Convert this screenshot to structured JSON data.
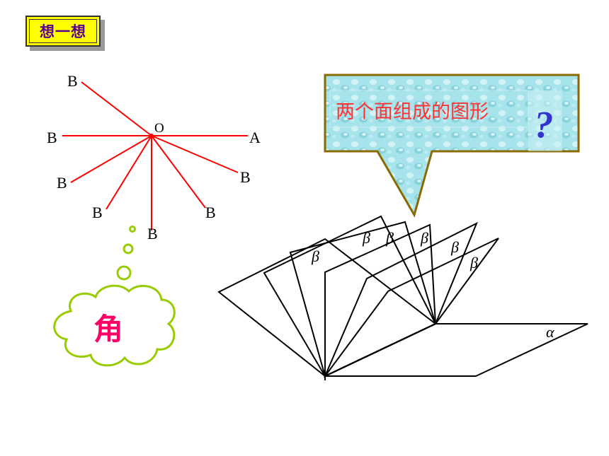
{
  "title": "想一想",
  "ray_diagram": {
    "center_label": "O",
    "initial_ray_label": "A",
    "ray_label": "B"
  },
  "thought_cloud": {
    "text": "角"
  },
  "callout": {
    "text": "两个面组成的图形",
    "mark": "?"
  },
  "dihedral_diagram": {
    "base_plane_label": "α",
    "half_plane_label": "β"
  },
  "colors": {
    "ray": "#ff0000",
    "cloud_border": "#99cc00",
    "cloud_text": "#ff0066",
    "callout_border": "#8a6a00",
    "callout_fill": "#9fe0e8",
    "callout_text": "#ff3333",
    "question_mark": "#3333cc",
    "title_bg": "#ffff00",
    "title_text": "#5a0090"
  }
}
